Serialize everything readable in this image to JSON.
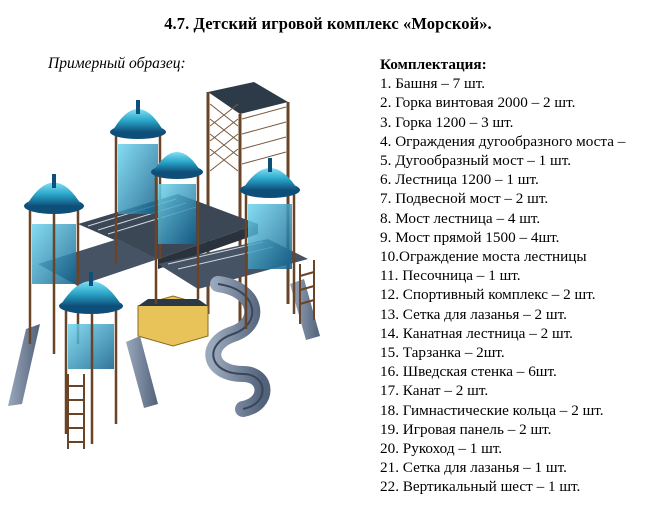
{
  "document": {
    "title": "4.7.  Детский игровой комплекс «Морской».",
    "sample_label": "Примерный образец:",
    "illustration_icon": "playground-complex-image"
  },
  "kit": {
    "heading": "Комплектация:",
    "items": [
      "1. Башня – 7 шт.",
      "2. Горка винтовая 2000 – 2 шт.",
      "3. Горка 1200 – 3 шт.",
      "4. Ограждения дугообразного моста –",
      "5. Дугообразный мост – 1 шт.",
      "6. Лестница 1200 – 1 шт.",
      "7. Подвесной мост – 2 шт.",
      "8. Мост лестница – 4 шт.",
      "9. Мост прямой 1500 – 4шт.",
      "10.Ограждение моста лестницы",
      "11. Песочница – 1 шт.",
      "12. Спортивный комплекс – 2 шт.",
      "13. Сетка для лазанья – 2 шт.",
      "14. Канатная лестница – 2 шт.",
      "15. Тарзанка – 2шт.",
      "16. Шведская стенка – 6шт.",
      "17. Канат – 2 шт.",
      "18. Гимнастические кольца – 2 шт.",
      "19. Игровая панель – 2 шт.",
      "20. Рукоход – 1 шт.",
      "21. Сетка для лазанья – 1 шт.",
      "22. Вертикальный шест – 1 шт."
    ]
  },
  "colors": {
    "frame_brown": "#5a3a22",
    "deck_gray": "#3c4756",
    "roof_blue": "#2aa6c9",
    "roof_dark": "#0e4f7a",
    "slide_gray": "#6f7f94",
    "sand_yellow": "#e8c35a"
  }
}
